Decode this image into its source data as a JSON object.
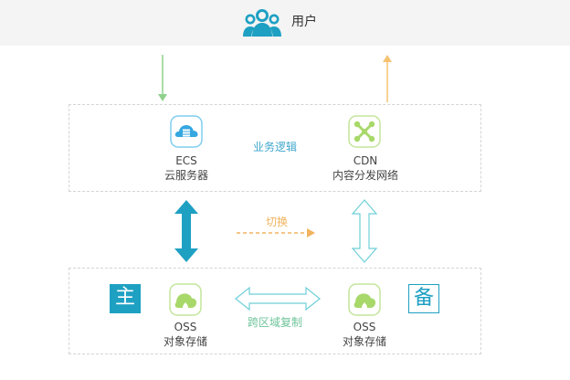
{
  "header": {
    "title": "用户",
    "icon": "users-icon"
  },
  "flows": {
    "request_arrow_color": "#8fd18c",
    "response_arrow_color": "#f5c271"
  },
  "business_layer": {
    "label": "业务逻辑",
    "services": [
      {
        "name": "ECS",
        "subtitle": "云服务器",
        "icon": "cloud-server-icon",
        "color": "#36a8e0"
      },
      {
        "name": "CDN",
        "subtitle": "内容分发网络",
        "icon": "network-node-icon",
        "color": "#a8d86a"
      }
    ]
  },
  "switch": {
    "label": "切换",
    "color": "#f1b35e"
  },
  "storage_layer": {
    "primary_badge": "主",
    "backup_badge": "备",
    "replication_label": "跨区域复制",
    "services": [
      {
        "name": "OSS",
        "subtitle": "对象存储",
        "icon": "cloud-storage-icon",
        "color": "#a8d86a"
      },
      {
        "name": "OSS",
        "subtitle": "对象存储",
        "icon": "cloud-storage-icon",
        "color": "#a8d86a"
      }
    ]
  },
  "colors": {
    "primary_blue": "#1ea0c3",
    "outline_teal": "#6ecfd8",
    "dashed_border": "#d4d4d4",
    "topbar_bg": "#f4f4f4"
  }
}
